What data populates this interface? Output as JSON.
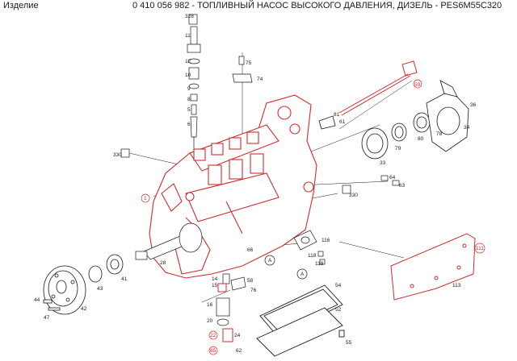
{
  "header": {
    "label": "Изделие",
    "title": "0 410 056 982 - ТОПЛИВНЫЙ НАСОС ВЫСОКОГО ДАВЛЕНИЯ,  ДИЗЕЛЬ - PES6M55C320"
  },
  "colors": {
    "highlight": "#d42b2b",
    "line": "#1a1a1a"
  },
  "callouts": {
    "c1": "1",
    "c5": "5",
    "c6": "6",
    "c8": "8",
    "c9": "9",
    "c10": "10",
    "c11": "11",
    "c12": "12",
    "c14": "14",
    "c15": "15",
    "c16": "16",
    "c20": "20",
    "c22": "22",
    "c24": "24",
    "c28": "28",
    "c33": "33",
    "c34": "34",
    "c36": "36",
    "c41": "41",
    "c42": "42",
    "c43": "43",
    "c44": "44",
    "c47": "47",
    "c52": "52",
    "c54": "54",
    "c55": "55",
    "c58": "58",
    "c59": "59",
    "c61": "61",
    "c62": "62",
    "c63": "63",
    "c64": "64",
    "c65": "65",
    "c66": "66",
    "c74": "74",
    "c75": "75",
    "c76": "76",
    "c78": "78",
    "c79": "79",
    "c80": "80",
    "c81": "81",
    "c111": "111",
    "c113": "113",
    "c116": "116",
    "c118": "118",
    "c119": "119",
    "c328": "328",
    "c330a": "330",
    "c330b": "330",
    "cA1": "A",
    "cA2": "A"
  }
}
